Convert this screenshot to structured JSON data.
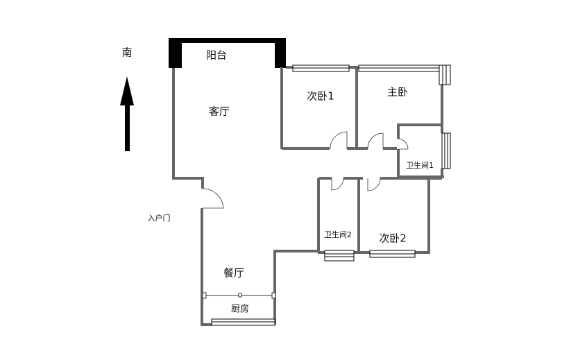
{
  "compass": {
    "label": "南"
  },
  "rooms": {
    "balcony": "阳台",
    "living_room": "客厅",
    "bedroom2_1": "次卧1",
    "master_bedroom": "主卧",
    "bathroom1": "卫生间1",
    "bathroom2": "卫生间2",
    "bedroom2_2": "次卧2",
    "dining_room": "餐厅",
    "kitchen": "厨房",
    "entrance": "入户门"
  },
  "colors": {
    "wall": "#666666",
    "balcony_wall": "#000000"
  }
}
